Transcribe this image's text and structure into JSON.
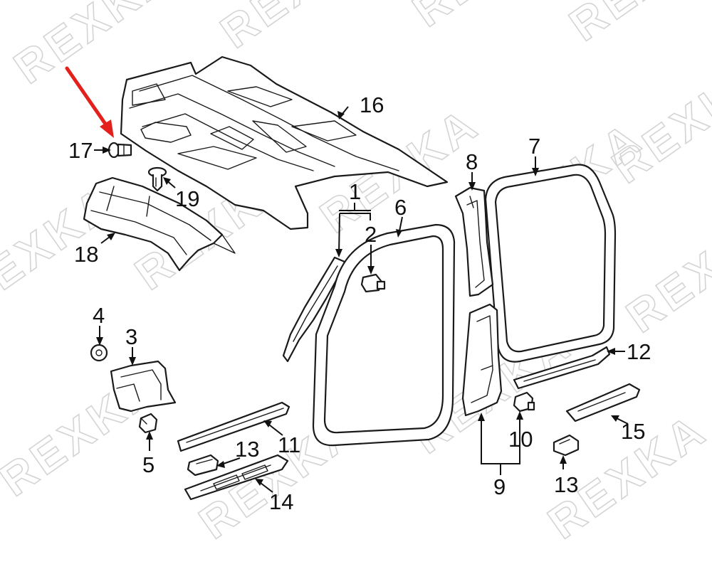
{
  "watermark": "REXKA",
  "colors": {
    "line": "#1a1a1a",
    "highlight_arrow": "#e3201b",
    "watermark": "#d4d4d4"
  },
  "callouts": {
    "c1": "1",
    "c2": "2",
    "c3": "3",
    "c4": "4",
    "c5": "5",
    "c6": "6",
    "c7": "7",
    "c8": "8",
    "c9": "9",
    "c10": "10",
    "c11": "11",
    "c12": "12",
    "c13a": "13",
    "c13b": "13",
    "c14": "14",
    "c15": "15",
    "c16": "16",
    "c17": "17",
    "c18": "18",
    "c19": "19"
  },
  "highlighted_part": "17"
}
